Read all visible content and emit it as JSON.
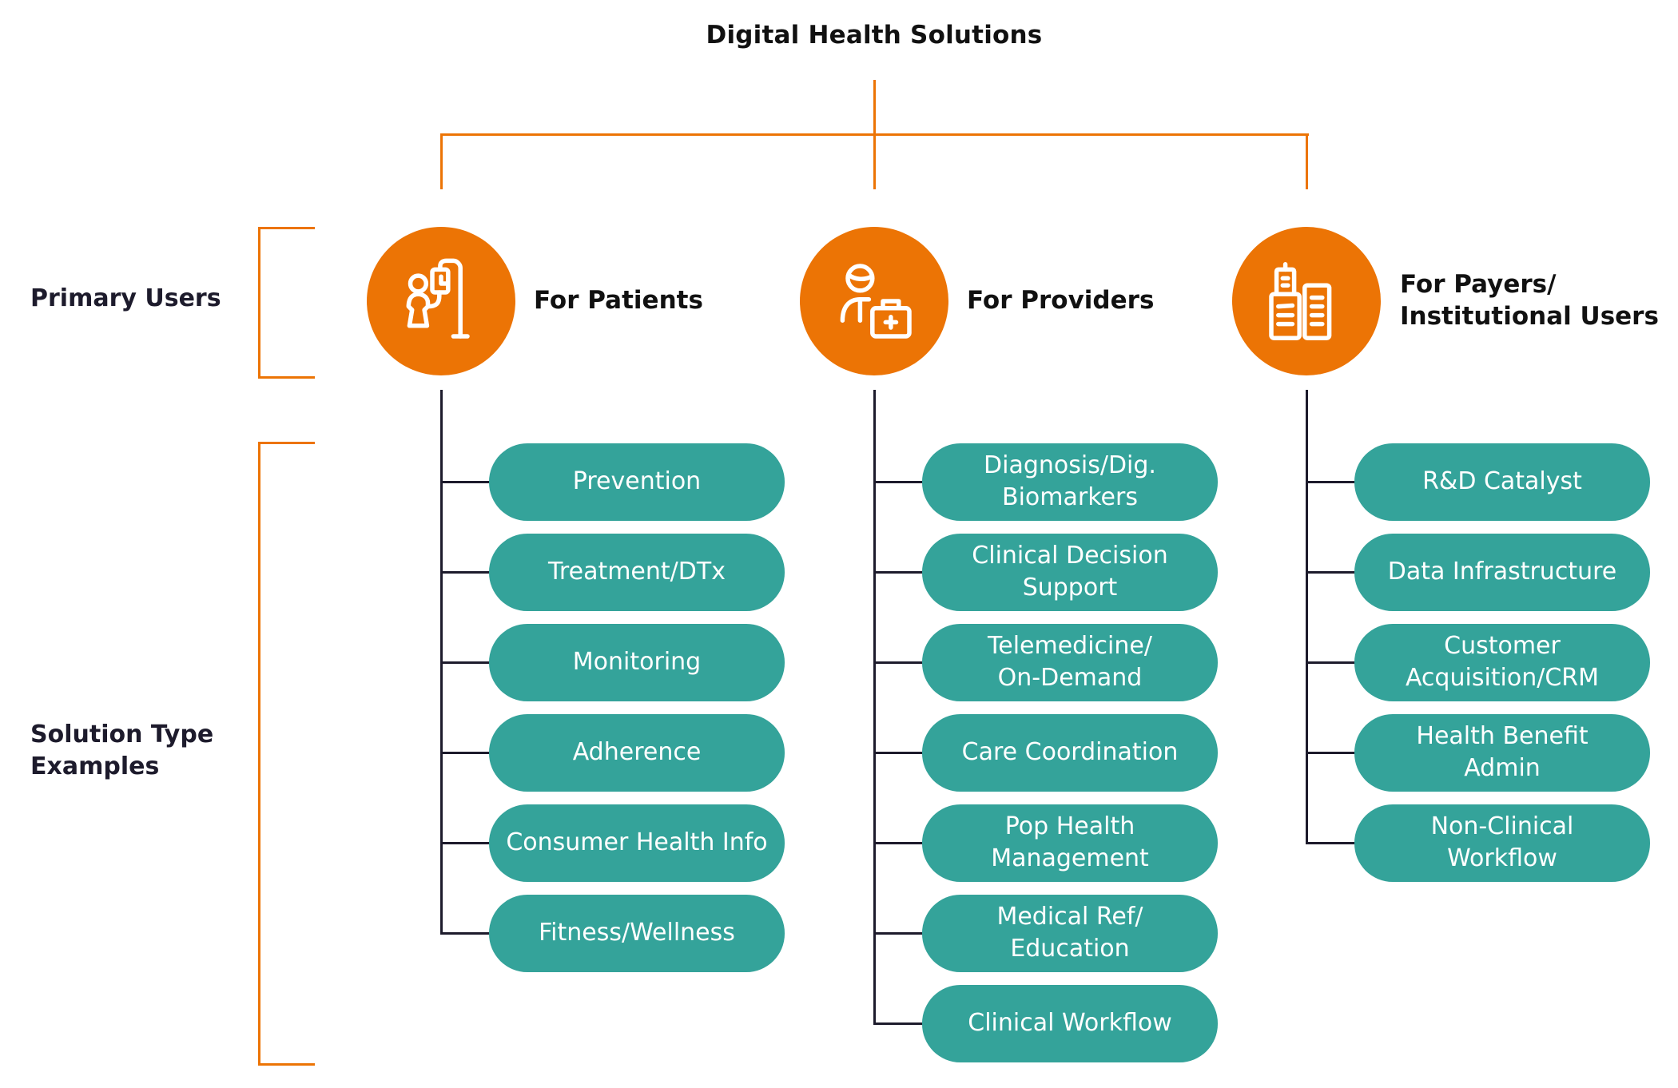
{
  "title": "Digital Health Solutions",
  "colors": {
    "accent_orange": "#ec7405",
    "pill_teal": "#34a39a",
    "connector_dark": "#1d1b2c",
    "text_dark": "#111111"
  },
  "row_labels": {
    "primary_users": "Primary Users",
    "solution_types_line1": "Solution Type",
    "solution_types_line2": "Examples"
  },
  "columns": [
    {
      "icon": "patient-iv-icon",
      "label_line1": "For Patients",
      "label_line2": "",
      "solutions": [
        "Prevention",
        "Treatment/DTx",
        "Monitoring",
        "Adherence",
        "Consumer Health Info",
        "Fitness/Wellness"
      ]
    },
    {
      "icon": "provider-medkit-icon",
      "label_line1": "For Providers",
      "label_line2": "",
      "solutions": [
        "Diagnosis/Dig.\nBiomarkers",
        "Clinical Decision\nSupport",
        "Telemedicine/\nOn-Demand",
        "Care Coordination",
        "Pop Health\nManagement",
        "Medical Ref/\nEducation",
        "Clinical Workflow"
      ]
    },
    {
      "icon": "buildings-icon",
      "label_line1": "For Payers/",
      "label_line2": "Institutional Users",
      "solutions": [
        "R&D Catalyst",
        "Data Infrastructure",
        "Customer\nAcquisition/CRM",
        "Health Benefit\nAdmin",
        "Non-Clinical\nWorkflow"
      ]
    }
  ]
}
